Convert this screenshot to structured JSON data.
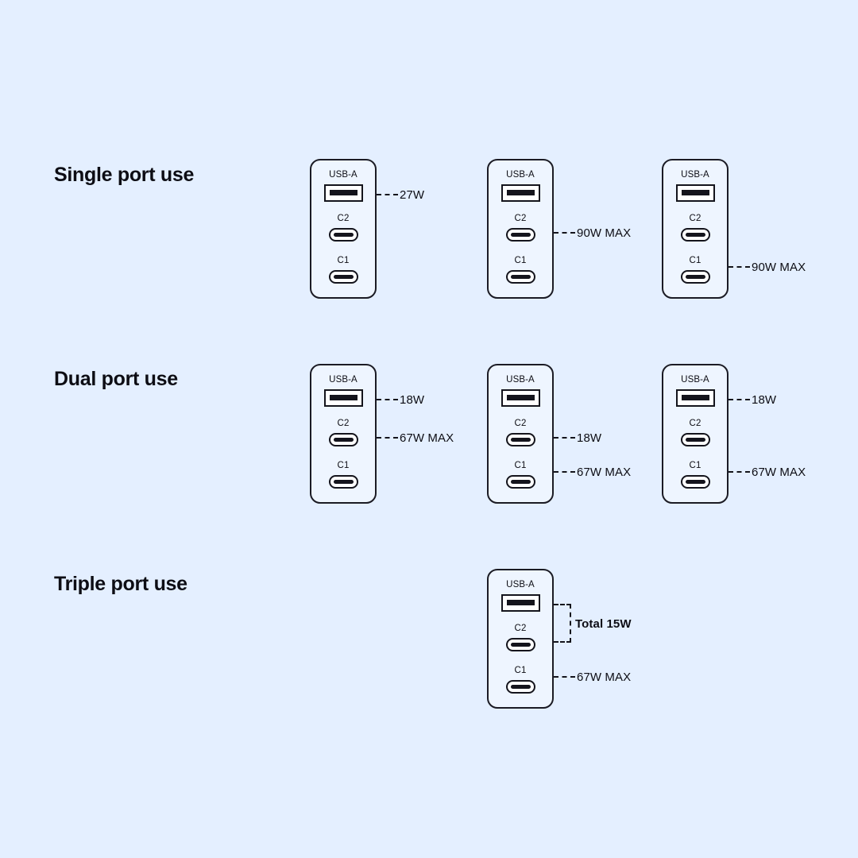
{
  "background_color": "#e4efff",
  "ink_color": "#14141c",
  "rows": [
    {
      "id": "single",
      "title": "Single port use",
      "chargers": [
        {
          "ports": {
            "usba": "USB-A",
            "c2": "C2",
            "c1": "C1"
          },
          "leaders": [
            {
              "from": "usba",
              "value": "27W"
            }
          ]
        },
        {
          "ports": {
            "usba": "USB-A",
            "c2": "C2",
            "c1": "C1"
          },
          "leaders": [
            {
              "from": "c2",
              "value": "90W MAX"
            }
          ]
        },
        {
          "ports": {
            "usba": "USB-A",
            "c2": "C2",
            "c1": "C1"
          },
          "leaders": [
            {
              "from": "c1",
              "value": "90W MAX"
            }
          ]
        }
      ]
    },
    {
      "id": "dual",
      "title": "Dual port use",
      "chargers": [
        {
          "ports": {
            "usba": "USB-A",
            "c2": "C2",
            "c1": "C1"
          },
          "leaders": [
            {
              "from": "usba",
              "value": "18W"
            },
            {
              "from": "c2",
              "value": "67W MAX"
            }
          ]
        },
        {
          "ports": {
            "usba": "USB-A",
            "c2": "C2",
            "c1": "C1"
          },
          "leaders": [
            {
              "from": "c2",
              "value": "18W"
            },
            {
              "from": "c1",
              "value": "67W MAX"
            }
          ]
        },
        {
          "ports": {
            "usba": "USB-A",
            "c2": "C2",
            "c1": "C1"
          },
          "leaders": [
            {
              "from": "usba",
              "value": "18W"
            },
            {
              "from": "c1",
              "value": "67W MAX"
            }
          ]
        }
      ]
    },
    {
      "id": "triple",
      "title": "Triple port use",
      "chargers": [
        {
          "ports": {
            "usba": "USB-A",
            "c2": "C2",
            "c1": "C1"
          },
          "bracket": {
            "label": "Total 15W",
            "spans": [
              "usba",
              "c2"
            ]
          },
          "leaders": [
            {
              "from": "c1",
              "value": "67W MAX"
            }
          ]
        }
      ]
    }
  ]
}
